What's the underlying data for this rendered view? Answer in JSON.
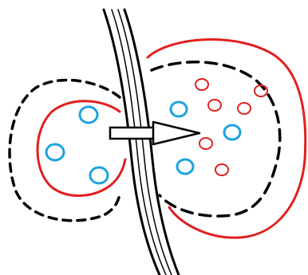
{
  "diagram": {
    "description_free": true,
    "colors": {
      "background": "#ffffff",
      "membrane": "#000000",
      "boundary_dashed": "#000000",
      "boundary_red": "#e02020",
      "blue_particle": "#1aa3e0",
      "red_particle": "#e02020",
      "arrow": "#000000"
    },
    "regions": [
      {
        "id": "left-region",
        "blue_particles": 3,
        "red_particles": 0
      },
      {
        "id": "right-region",
        "blue_particles": 3,
        "red_particles": 6
      }
    ],
    "arrow_direction": "left-to-right"
  }
}
